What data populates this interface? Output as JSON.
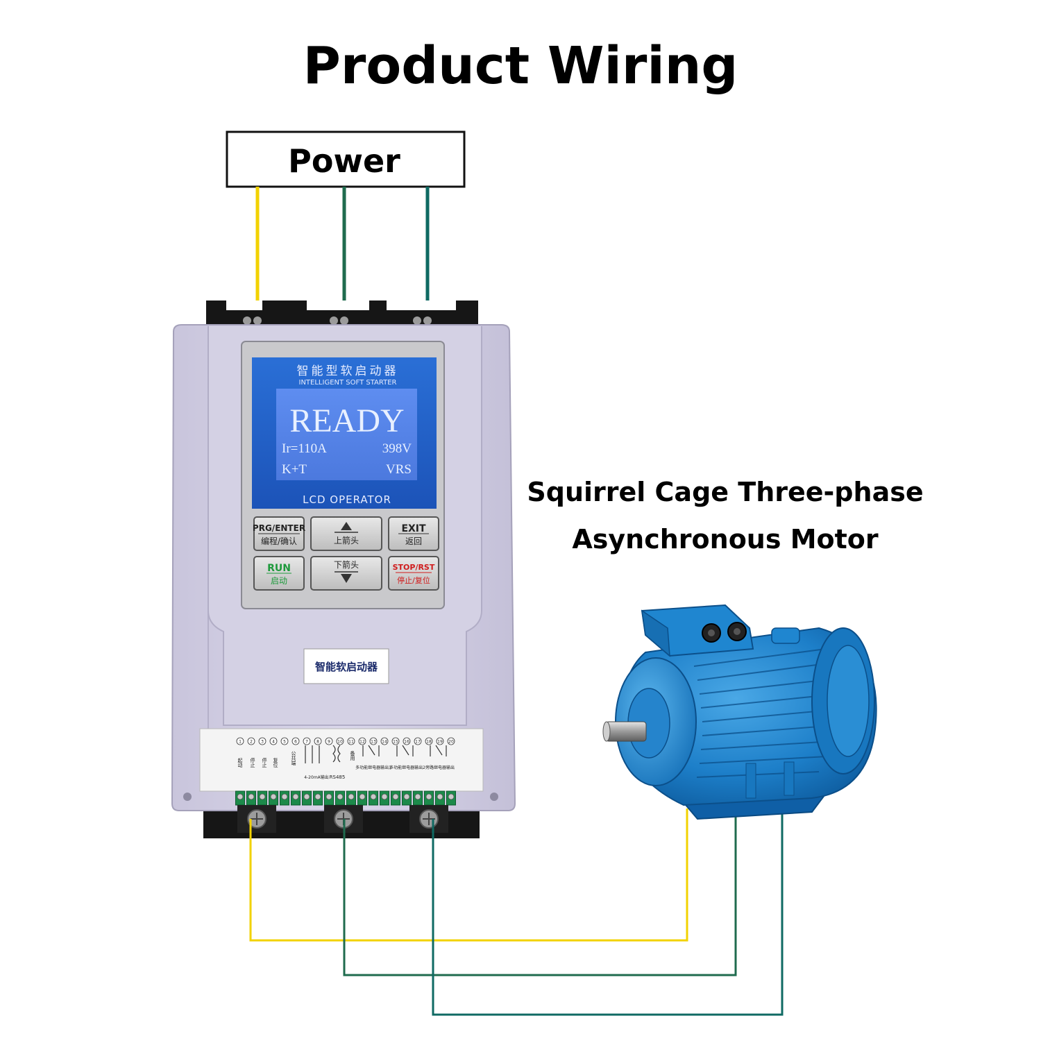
{
  "title": "Product Wiring",
  "power_label": "Power",
  "motor_label": {
    "line1": "Squirrel Cage Three-phase",
    "line2": "Asynchronous Motor"
  },
  "wire_colors": {
    "phase_a": "#f2d200",
    "phase_b": "#1f6b4e",
    "phase_c": "#0f6a63"
  },
  "starter": {
    "screen_title_cn": "智能型软启动器",
    "screen_title_en": "INTELLIGENT SOFT STARTER",
    "lcd": {
      "status": "READY",
      "left_row1": "Ir=110A",
      "right_row1": "398V",
      "left_row2": "K+T",
      "right_row2": "VRS"
    },
    "operator_label": "LCD OPERATOR",
    "keys": {
      "prg_en": "PRG/ENTER",
      "prg_cn": "编程/确认",
      "up_cn": "上箭头",
      "exit_en": "EXIT",
      "exit_cn": "返回",
      "run_en": "RUN",
      "run_cn": "启动",
      "down_cn": "下箭头",
      "stop_en": "STOP/RST",
      "stop_cn": "停止/复位"
    },
    "nameplate": "智能软启动器",
    "terminals": {
      "numbers": [
        "1",
        "2",
        "3",
        "4",
        "5",
        "6",
        "7",
        "8",
        "9",
        "10",
        "11",
        "12",
        "13",
        "14",
        "15",
        "16",
        "17",
        "18",
        "19",
        "20"
      ],
      "labels": [
        "起动",
        "停止",
        "停止",
        "复位",
        "公共端",
        "4-20mA输出",
        "RS485",
        "备用",
        "多功能继电器输出1",
        "多功能继电器输出2",
        "旁路继电器输出"
      ]
    }
  }
}
